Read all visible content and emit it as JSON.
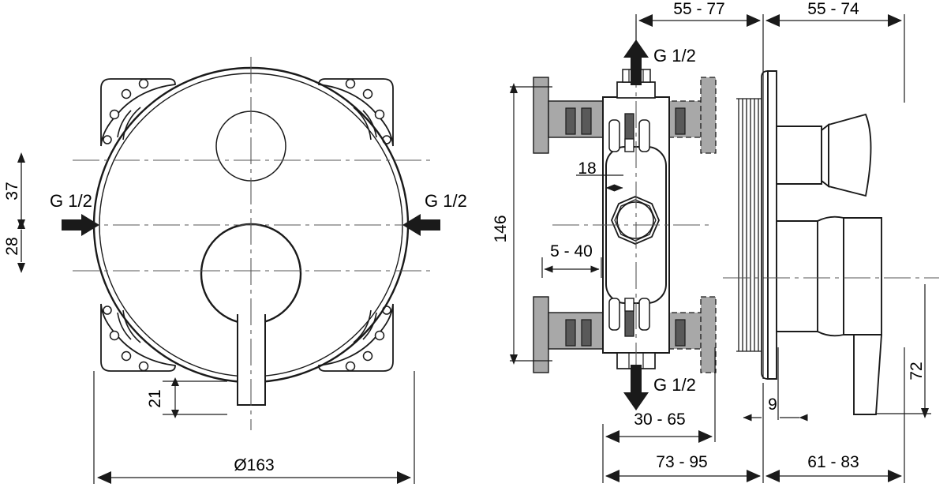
{
  "drawing": {
    "title": "Concealed bath/shower mixer — dimension drawing",
    "units": "mm",
    "line_color": "#1a1a1a",
    "fill_light": "#a8a8a8",
    "fill_dark": "#595959",
    "background": "#ffffff"
  },
  "front_view": {
    "name": "front-view",
    "diameter_label": "Ø163",
    "dims": {
      "top_offset": "37",
      "bottom_offset": "28",
      "handle_height": "21"
    },
    "ports": {
      "left_label": "G 1/2",
      "right_label": "G 1/2"
    }
  },
  "side_view": {
    "name": "side-view",
    "dims": {
      "top_left": "55 - 77",
      "top_right": "55 - 74",
      "body_height": "146",
      "wall_thickness": "18",
      "depth_range": "5 - 40",
      "inlet_spacing": "30 - 65",
      "total_rough_in": "73 - 95",
      "plate_thickness": "9",
      "projection": "61 - 83",
      "handle_offset": "72"
    },
    "ports": {
      "top_label": "G 1/2",
      "bottom_label": "G 1/2"
    }
  },
  "labels": {
    "all": [
      "37",
      "28",
      "21",
      "Ø163",
      "G 1/2",
      "G 1/2",
      "55 - 77",
      "55 - 74",
      "146",
      "18",
      "5 - 40",
      "30 - 65",
      "73 - 95",
      "9",
      "61 - 83",
      "72",
      "G 1/2",
      "G 1/2"
    ]
  }
}
